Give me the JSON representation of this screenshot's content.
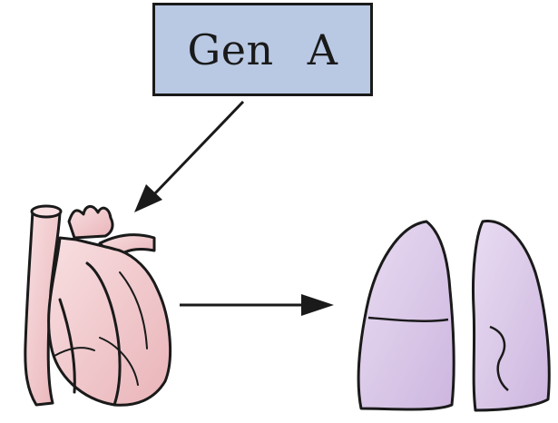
{
  "diagram": {
    "gene": {
      "label": "Gen A",
      "fill": "#b9c9e4"
    },
    "organs": [
      {
        "name": "heart",
        "fill": "#f3cfd2"
      },
      {
        "name": "lungs",
        "fill": "#dccbe8"
      }
    ],
    "arrows": [
      {
        "from": "gene",
        "to": "heart"
      },
      {
        "from": "heart",
        "to": "lungs"
      }
    ]
  }
}
